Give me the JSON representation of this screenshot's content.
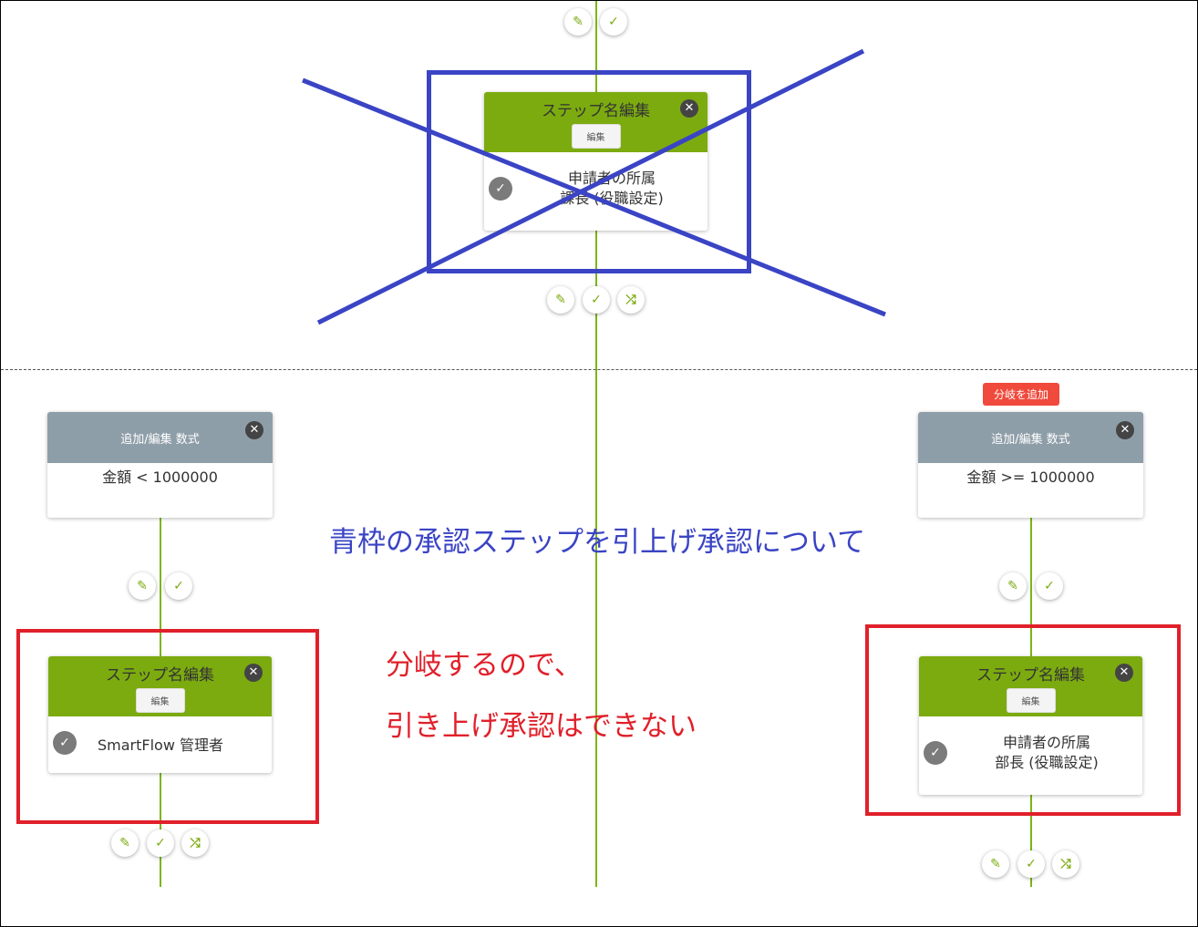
{
  "top_flow": {
    "actions_above": {
      "edit_icon": "pencil-icon",
      "approve_icon": "check-icon"
    },
    "step_card": {
      "title": "ステップ名編集",
      "edit_label": "編集",
      "approver_line1": "申請者の所属",
      "approver_line2": "課長 (役職設定)"
    },
    "actions_below": {
      "edit_icon": "pencil-icon",
      "approve_icon": "check-icon",
      "shuffle_icon": "shuffle-icon"
    }
  },
  "branch_left": {
    "condition_card": {
      "title": "追加/編集 数式",
      "expression": "金額 < 1000000"
    },
    "actions_top": {
      "edit_icon": "pencil-icon",
      "approve_icon": "check-icon"
    },
    "step_card": {
      "title": "ステップ名編集",
      "edit_label": "編集",
      "approver": "SmartFlow 管理者"
    },
    "actions_bottom": {
      "edit_icon": "pencil-icon",
      "approve_icon": "check-icon",
      "shuffle_icon": "shuffle-icon"
    }
  },
  "branch_right": {
    "add_branch_label": "分岐を追加",
    "condition_card": {
      "title": "追加/編集 数式",
      "expression": "金額 >= 1000000"
    },
    "actions_top": {
      "edit_icon": "pencil-icon",
      "approve_icon": "check-icon"
    },
    "step_card": {
      "title": "ステップ名編集",
      "edit_label": "編集",
      "approver_line1": "申請者の所属",
      "approver_line2": "部長 (役職設定)"
    },
    "actions_bottom": {
      "edit_icon": "pencil-icon",
      "approve_icon": "check-icon",
      "shuffle_icon": "shuffle-icon"
    }
  },
  "annotations": {
    "blue_note": "青枠の承認ステップを引上げ承認について",
    "red_note_line1": "分岐するので、",
    "red_note_line2": "引き上げ承認はできない"
  },
  "colors": {
    "flow_line": "#7cb518",
    "step_header": "#7cab10",
    "condition_header": "#8e9ea8",
    "blue_mark": "#3a44c4",
    "red_mark": "#e0202a",
    "badge": "#f04a3c"
  }
}
